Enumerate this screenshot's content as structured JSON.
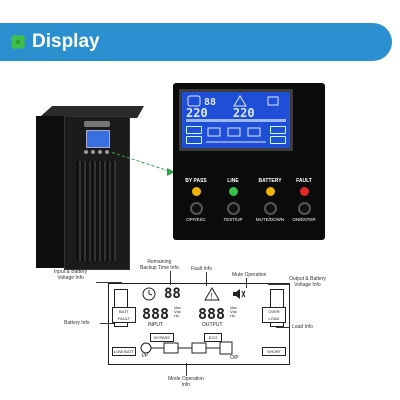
{
  "header": {
    "title": "Display",
    "accent": "#2b8fd0"
  },
  "ups": {
    "brand_icon": "ups-tower"
  },
  "panel": {
    "lcd": {
      "input_value": "220",
      "output_value": "220"
    },
    "indicators": [
      {
        "label": "BY PASS",
        "color": "#f0b400"
      },
      {
        "label": "LINE",
        "color": "#36c24a"
      },
      {
        "label": "BATTERY",
        "color": "#f0b400"
      },
      {
        "label": "FAULT",
        "color": "#e02a2a"
      }
    ],
    "buttons": [
      {
        "label": "OFF/ESC"
      },
      {
        "label": "TEST/UP"
      },
      {
        "label": "MUTE/DOWN"
      },
      {
        "label": "ON/ENTER"
      }
    ]
  },
  "diagram": {
    "callouts": {
      "input_battery": "Input & Battery\nVoltage Info",
      "remaining": "Remaining\nBackup Time Info",
      "fault": "Fault Info",
      "mute": "Mute Operation",
      "output_battery": "Output & Battery\nVoltage Info",
      "battery_info": "Battery Info",
      "load_info": "Load Info",
      "mode": "Mode Operation\nInfo"
    },
    "labels": {
      "batt_fault": "BATT FAULT",
      "low_batt": "LOW BATT",
      "over_load": "OVER LOAD",
      "short": "SHORT",
      "input": "INPUT",
      "output": "OUTPUT",
      "bypass": "BYPASS",
      "eco": "ECO",
      "ip": "I/P",
      "op": "O/P",
      "digits_small": "88",
      "digits_big": "888",
      "vac": "Vac",
      "vdc": "Vdc",
      "hz": "Hz"
    }
  }
}
